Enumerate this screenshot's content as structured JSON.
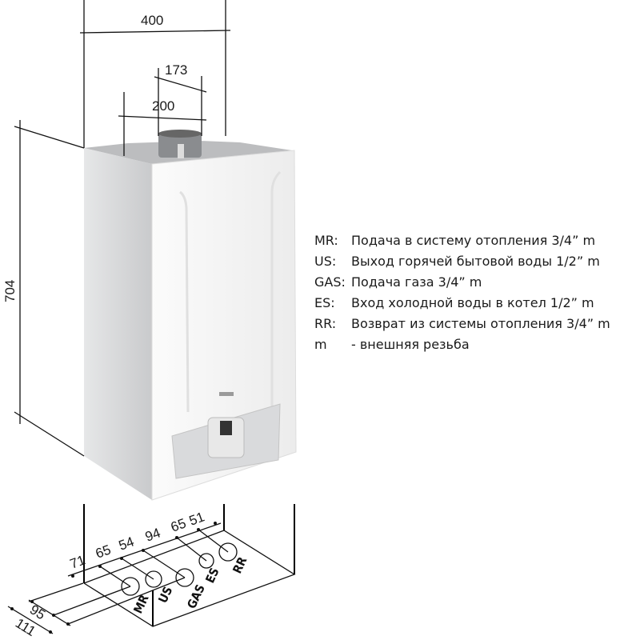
{
  "dimensions": {
    "width": "400",
    "flue_offset": "173",
    "flue_spacing": "200",
    "height": "704",
    "depth_outer": "111",
    "depth_inner": "95",
    "connection_spacings": [
      "71",
      "65",
      "54",
      "94",
      "65",
      "51"
    ]
  },
  "connections": [
    "MR",
    "US",
    "GAS",
    "ES",
    "RR"
  ],
  "legend": [
    {
      "code": "MR:",
      "text": "Подача в систему отопления 3/4” m"
    },
    {
      "code": "US:",
      "text": "Выход горячей бытовой воды 1/2” m"
    },
    {
      "code": "GAS:",
      "text": "Подача газа 3/4” m"
    },
    {
      "code": "ES:",
      "text": "Вход холодной воды в котел 1/2” m"
    },
    {
      "code": "RR:",
      "text": "Возврат из системы отопления 3/4” m"
    },
    {
      "code": "m",
      "text": "-  внешняя резьба"
    }
  ]
}
